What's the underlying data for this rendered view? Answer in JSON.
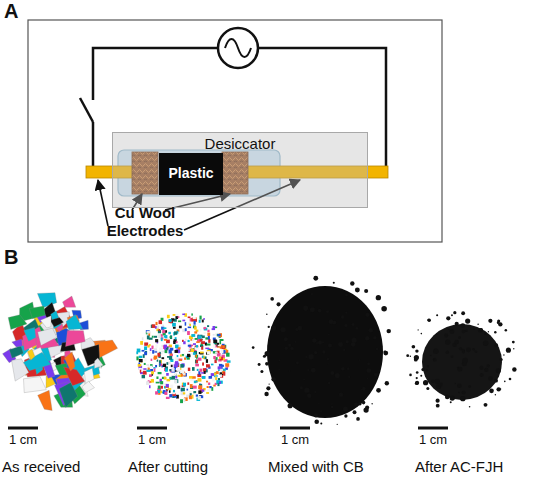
{
  "diagram": {
    "nodes": [
      {
        "text": [
          "Desiccator"
        ]
      },
      {
        "text": [
          "Plastic"
        ],
        "in": 0
      }
    ],
    "labels": [
      "A",
      "Cu Wool Electrodes",
      "B",
      "1 cm",
      "1 cm",
      "1 cm",
      "1 cm",
      "As received",
      "After cutting",
      "Mixed with CB",
      "After AC-FJH"
    ]
  }
}
